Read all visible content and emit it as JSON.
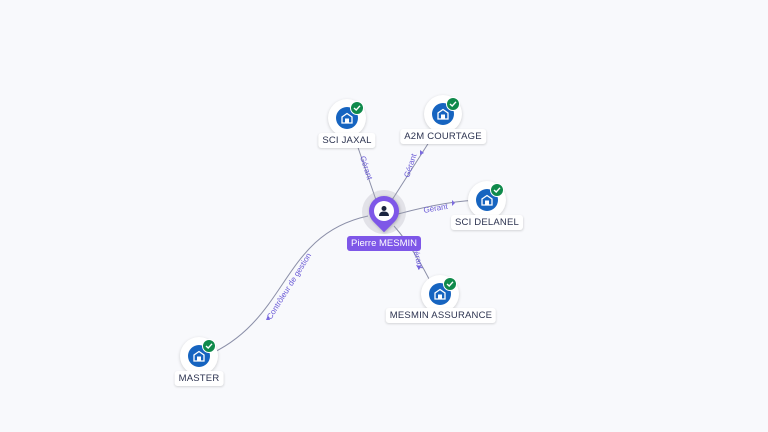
{
  "center": {
    "label": "Pierre MESMIN",
    "icon": "person-icon",
    "color": "#7e57e8"
  },
  "companies": [
    {
      "id": "sci-jaxal",
      "label": "SCI JAXAL",
      "icon": "building-icon",
      "status": "check-icon"
    },
    {
      "id": "a2m-courtage",
      "label": "A2M COURTAGE",
      "icon": "building-icon",
      "status": "check-icon"
    },
    {
      "id": "sci-delanel",
      "label": "SCI DELANEL",
      "icon": "building-icon",
      "status": "check-icon"
    },
    {
      "id": "mesmin-assurance",
      "label": "MESMIN ASSURANCE",
      "icon": "building-icon",
      "status": "check-icon"
    },
    {
      "id": "master",
      "label": "MASTER",
      "icon": "building-icon",
      "status": "check-icon"
    }
  ],
  "edges": [
    {
      "to": "sci-jaxal",
      "label": "Gérant"
    },
    {
      "to": "a2m-courtage",
      "label": "Gérant"
    },
    {
      "to": "sci-delanel",
      "label": "Gérant"
    },
    {
      "to": "mesmin-assurance",
      "label": "Gérant"
    },
    {
      "to": "master",
      "label": "Contrôleur de gestion"
    }
  ],
  "colors": {
    "company": "#1664c0",
    "verified": "#0f8a4b",
    "edge": "#8b8fa8",
    "edge_label": "#6a5ad6"
  }
}
